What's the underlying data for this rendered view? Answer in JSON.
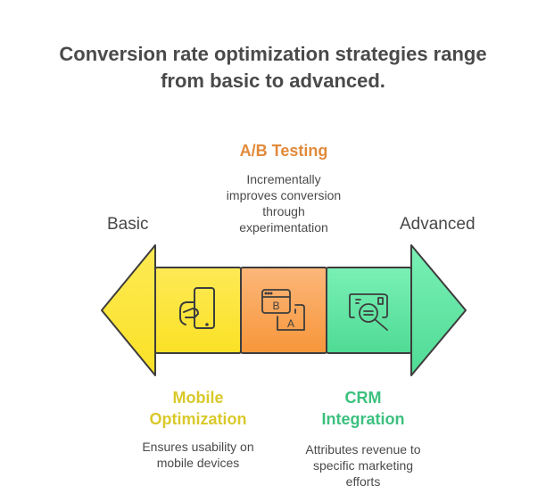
{
  "title": {
    "line1": "Conversion rate optimization strategies range",
    "line2": "from basic to advanced."
  },
  "axis": {
    "left_label": "Basic",
    "right_label": "Advanced"
  },
  "stages": [
    {
      "heading_line1": "Mobile",
      "heading_line2": "Optimization",
      "description_line1": "Ensures usability on",
      "description_line2": "mobile devices",
      "color": "#fde84a",
      "heading_color": "#d9c92a",
      "icon": "hand-phone-icon",
      "position": "bottom"
    },
    {
      "heading": "A/B Testing",
      "description_line1": "Incrementally",
      "description_line2": "improves conversion",
      "description_line3": "through",
      "description_line4": "experimentation",
      "color": "#f9a65a",
      "heading_color": "#e28a3a",
      "icon": "ab-test-icon",
      "icon_letters": [
        "B",
        "A"
      ],
      "position": "top"
    },
    {
      "heading_line1": "CRM",
      "heading_line2": "Integration",
      "description_line1": "Attributes revenue to",
      "description_line2": "specific marketing",
      "description_line3": "efforts",
      "color": "#5fe0a0",
      "heading_color": "#3cc07e",
      "icon": "document-search-icon",
      "position": "bottom"
    }
  ]
}
